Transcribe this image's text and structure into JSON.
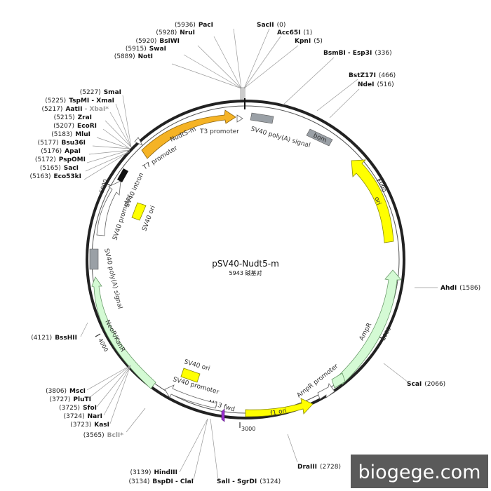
{
  "plasmid": {
    "name": "pSV40-Nudt5-m",
    "size_text": "5943 碱基对"
  },
  "watermark": "biogege.com",
  "ticks": [
    "1000",
    "2000",
    "3000",
    "4000",
    "5000"
  ],
  "features": {
    "nudt5": "Nudt5-m",
    "t3": "T3 promoter",
    "t7": "T7 promoter",
    "sv40_polya_top": "SV40 poly(A) signal",
    "bom": "bom",
    "ori": "ori",
    "sv40_intron": "SV40 intron",
    "sv40_promoter_upper": "SV40 promoter",
    "sv40_ori_upper": "SV40 ori",
    "sv40_polya_left": "SV40 poly(A) signal",
    "neor": "NeoR/KanR",
    "ampr": "AmpR",
    "ampr_promoter": "AmpR promoter",
    "f1_ori": "f1 ori",
    "m13": "M13 fwd",
    "sv40_promoter_lower": "SV40 promoter",
    "sv40_ori_lower": "SV40 ori"
  },
  "sites": {
    "paci": {
      "pos": "(5936)",
      "name": "PacI"
    },
    "nrui": {
      "pos": "(5928)",
      "name": "NruI"
    },
    "bsiwi": {
      "pos": "(5920)",
      "name": "BsiWI"
    },
    "swai": {
      "pos": "(5915)",
      "name": "SwaI"
    },
    "noti": {
      "pos": "(5889)",
      "name": "NotI"
    },
    "sacii": {
      "pos": "(0)",
      "name": "SacII"
    },
    "acc65i": {
      "pos": "(1)",
      "name": "Acc65I"
    },
    "kpni": {
      "pos": "(5)",
      "name": "KpnI"
    },
    "bsmbi": {
      "pos": "(336)",
      "name": "BsmBI - Esp3I"
    },
    "bstz17i": {
      "pos": "(466)",
      "name": "BstZ17I"
    },
    "ndei": {
      "pos": "(516)",
      "name": "NdeI"
    },
    "smai": {
      "pos": "(5227)",
      "name": "SmaI"
    },
    "tspmi": {
      "pos": "(5225)",
      "name": "TspMI - XmaI"
    },
    "aatii": {
      "pos": "(5217)",
      "name": "AatII",
      "extra": " - XbaI*"
    },
    "zrai": {
      "pos": "(5215)",
      "name": "ZraI"
    },
    "ecori": {
      "pos": "(5207)",
      "name": "EcoRI"
    },
    "mlui": {
      "pos": "(5183)",
      "name": "MluI"
    },
    "bsu36i": {
      "pos": "(5177)",
      "name": "Bsu36I"
    },
    "apai": {
      "pos": "(5176)",
      "name": "ApaI"
    },
    "pspomi": {
      "pos": "(5172)",
      "name": "PspOMI"
    },
    "saci": {
      "pos": "(5165)",
      "name": "SacI"
    },
    "eco53ki": {
      "pos": "(5163)",
      "name": "Eco53kI"
    },
    "ahdi": {
      "pos": "(1586)",
      "name": "AhdI"
    },
    "bsshii": {
      "pos": "(4121)",
      "name": "BssHII"
    },
    "scai": {
      "pos": "(2066)",
      "name": "ScaI"
    },
    "msci": {
      "pos": "(3806)",
      "name": "MscI"
    },
    "pluti": {
      "pos": "(3727)",
      "name": "PluTI"
    },
    "sfoi": {
      "pos": "(3725)",
      "name": "SfoI"
    },
    "nari": {
      "pos": "(3724)",
      "name": "NarI"
    },
    "kasi": {
      "pos": "(3723)",
      "name": "KasI"
    },
    "bcli": {
      "pos": "(3565)",
      "name": "BclI*"
    },
    "draiii": {
      "pos": "(2728)",
      "name": "DraIII"
    },
    "hindiii": {
      "pos": "(3139)",
      "name": "HindIII"
    },
    "bspdi": {
      "pos": "(3134)",
      "name": "BspDI - ClaI"
    },
    "sali": {
      "pos": "(3124)",
      "name": "SalI - SgrDI"
    }
  },
  "colors": {
    "nudt5": "#f5b325",
    "ori": "#ffff00",
    "green": "#d4fad4",
    "gray": "#9aa0a6",
    "watermark_bg": "#5a5a5a"
  }
}
